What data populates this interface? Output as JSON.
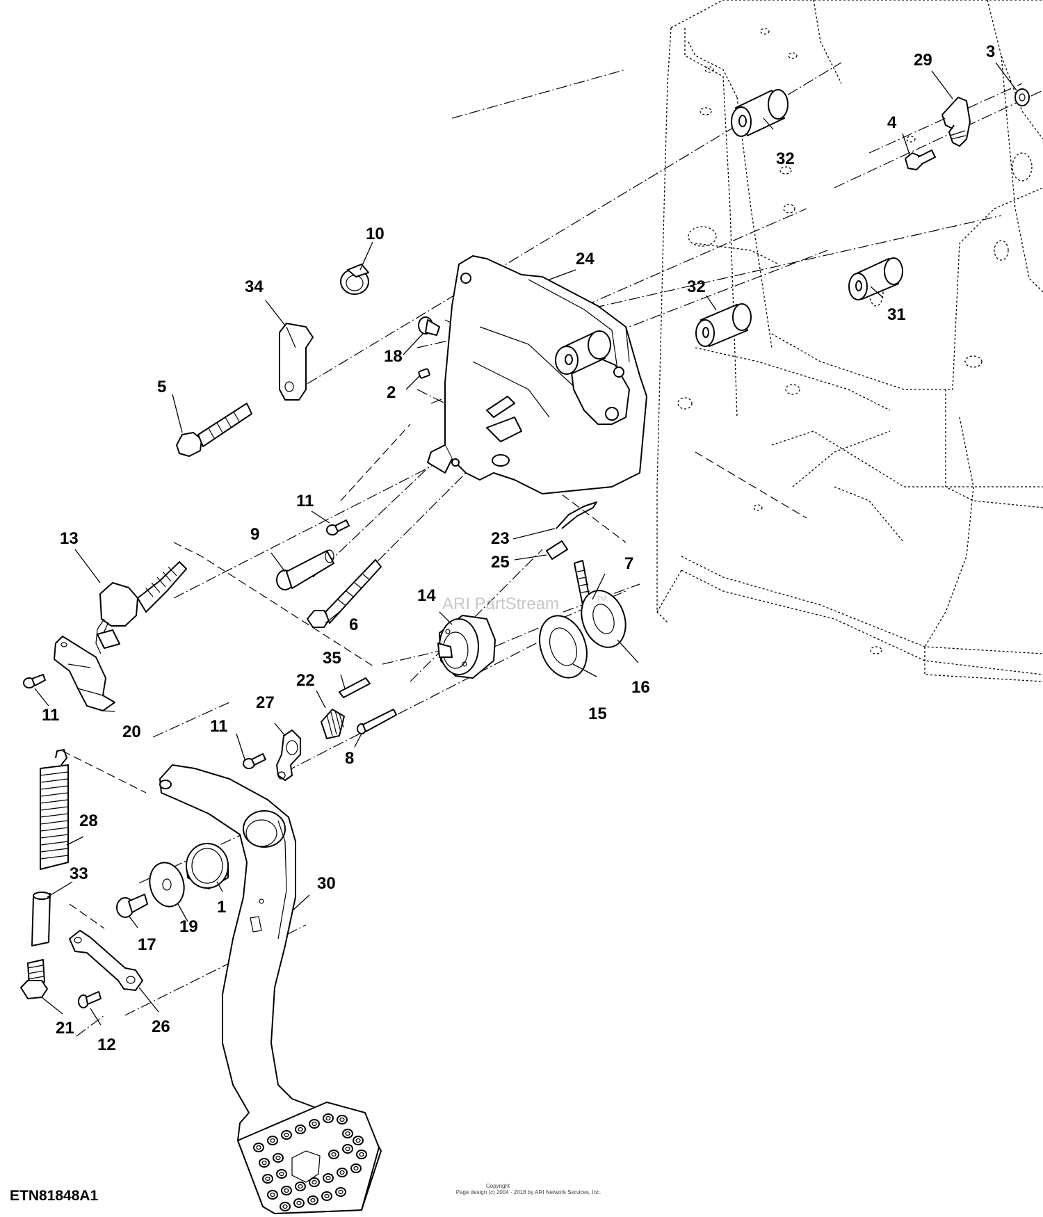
{
  "figure_id": "ETN81848A1",
  "watermark": {
    "text": "ARI PartStream",
    "tm": "TM"
  },
  "copyright": {
    "line1": "Copyright",
    "line2": "Page design (c) 2004 - 2018 by ARI Network Services, Inc."
  },
  "callouts": {
    "c1": "1",
    "c2": "2",
    "c3": "3",
    "c4": "4",
    "c5": "5",
    "c6": "6",
    "c7": "7",
    "c8": "8",
    "c9": "9",
    "c10": "10",
    "c11a": "11",
    "c11b": "11",
    "c11c": "11",
    "c12": "12",
    "c13": "13",
    "c14": "14",
    "c15": "15",
    "c16": "16",
    "c17": "17",
    "c18": "18",
    "c19": "19",
    "c20": "20",
    "c21": "21",
    "c22": "22",
    "c23": "23",
    "c24": "24",
    "c25": "25",
    "c26": "26",
    "c27": "27",
    "c28": "28",
    "c29": "29",
    "c30": "30",
    "c31": "31",
    "c32a": "32",
    "c32b": "32",
    "c33": "33",
    "c34": "34",
    "c35": "35"
  }
}
